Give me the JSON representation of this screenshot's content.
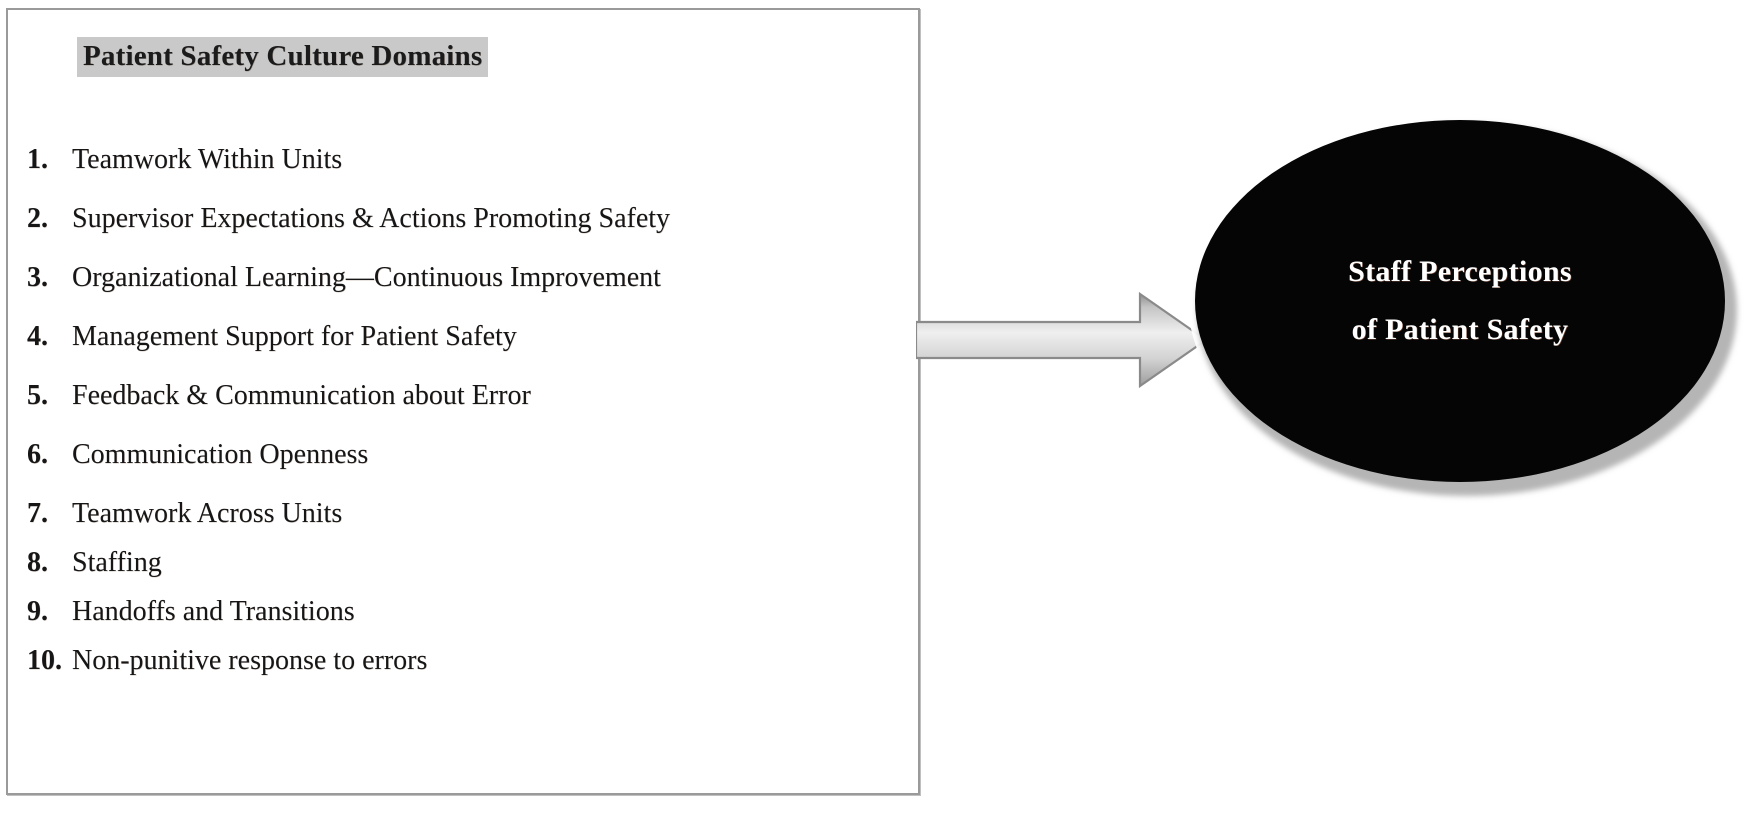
{
  "panel": {
    "title": "Patient Safety Culture Domains",
    "items": [
      {
        "num": "1.",
        "label": "Teamwork Within Units"
      },
      {
        "num": "2.",
        "label": "Supervisor Expectations & Actions Promoting Safety"
      },
      {
        "num": "3.",
        "label": "Organizational Learning—Continuous Improvement"
      },
      {
        "num": "4.",
        "label": "Management Support for Patient Safety"
      },
      {
        "num": "5.",
        "label": "Feedback & Communication about Error"
      },
      {
        "num": "6.",
        "label": "Communication Openness"
      },
      {
        "num": "7.",
        "label": "Teamwork Across Units"
      },
      {
        "num": "8.",
        "label": "Staffing"
      },
      {
        "num": "9.",
        "label": "Handoffs and Transitions"
      },
      {
        "num": "10.",
        "label": "Non-punitive response to errors"
      }
    ]
  },
  "outcome": {
    "line1": "Staff Perceptions",
    "line2": "of Patient Safety"
  },
  "colors": {
    "box_border": "#9a9a9a",
    "title_highlight": "#c9c9c9",
    "ellipse_fill": "#050505",
    "ellipse_text": "#ffffff",
    "arrow_outline": "#8a8a8a",
    "arrow_fill_light": "#e9e9e9",
    "arrow_fill_dark": "#9d9d9d",
    "text": "#161616",
    "background": "#ffffff"
  }
}
